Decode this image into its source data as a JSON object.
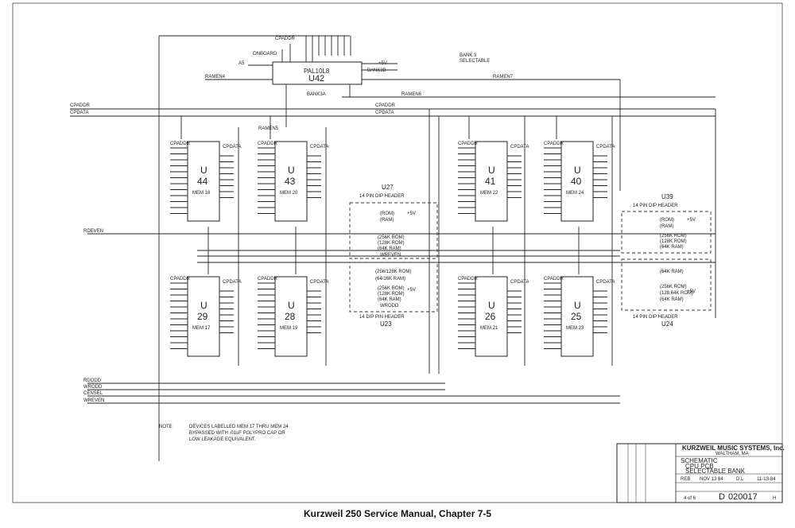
{
  "caption": "Kurzweil 250 Service Manual, Chapter 7-5",
  "nets": {
    "cpaddr": "CPADDR",
    "cpdata": "CPDATA",
    "rdeven": "RDEVEN",
    "rdodd": "RDODD",
    "wrodd": "WRODD",
    "censel": "CENSEL",
    "wreven": "WREVEN",
    "ramen4": "RAMEN4",
    "ramen5": "RAMEN5",
    "ramen6": "RAMEN6",
    "ramen7": "RAMEN7",
    "a5": "A5",
    "onboard": "ONBOARD",
    "bank3b": "BANK3B",
    "bank3a": "BANK3A",
    "plus5v": "+5V"
  },
  "pal": {
    "name": "PAL10L8",
    "ref": "U42"
  },
  "bank_note": [
    "BANK 3",
    "SELECTABLE"
  ],
  "chips": [
    {
      "ref": "U 44",
      "mem": "MEM 18"
    },
    {
      "ref": "U 43",
      "mem": "MEM 20"
    },
    {
      "ref": "U 41",
      "mem": "MEM 22"
    },
    {
      "ref": "U 40",
      "mem": "MEM 24"
    },
    {
      "ref": "U 29",
      "mem": "MEM 17"
    },
    {
      "ref": "U 28",
      "mem": "MEM 19"
    },
    {
      "ref": "U 26",
      "mem": "MEM 21"
    },
    {
      "ref": "U 25",
      "mem": "MEM 23"
    }
  ],
  "headers": {
    "u27": {
      "ref": "U27",
      "title": "14 PIN DIP HEADER",
      "opts": [
        "(ROM)",
        "(RAM)",
        "(256K ROM)",
        "(128K ROM)",
        "(64K RAM)"
      ],
      "sig": "WREVEN"
    },
    "u23": {
      "ref": "U23",
      "title": "14 DIP PIN HEADER",
      "opts": [
        "(256/128K ROM)",
        "(64/16K RAM)",
        "(256K ROM)",
        "(128K ROM)",
        "(64K RAM)"
      ],
      "sig": "WRODD"
    },
    "u39": {
      "ref": "U39",
      "title": "14 PIN DIP HEADER",
      "opts": [
        "(ROM)",
        "(RAM)",
        "(256K ROM)",
        "(128K ROM)",
        "(64K RAM)"
      ]
    },
    "u24": {
      "ref": "U24",
      "title": "14 PIN DIP HEADER",
      "opts": [
        "(64K RAM)",
        "(256K ROM)",
        "(128,64K ROM)",
        "(64K RAM)"
      ]
    }
  },
  "note": {
    "label": "NOTE",
    "lines": [
      "DEVICES LABELLED MEM 17 THRU MEM 24",
      "BYPASSED WITH .01uF POLYPRO CAP OR",
      "LOW LEAKAGE EQUIVALENT."
    ]
  },
  "title_block": {
    "company": "KURZWEIL MUSIC SYSTEMS, Inc.",
    "city": "WALTHAM, MA",
    "title_lines": [
      "SCHEMATIC",
      "CPU PCB",
      "SELECTABLE BANK"
    ],
    "drawn_by": "REB",
    "date": "NOV 13 84",
    "checked": "D.L",
    "check_date": "11-13-84",
    "sheet": "4 of 6",
    "size": "D",
    "dwg_no": "020017",
    "rev": "H"
  }
}
